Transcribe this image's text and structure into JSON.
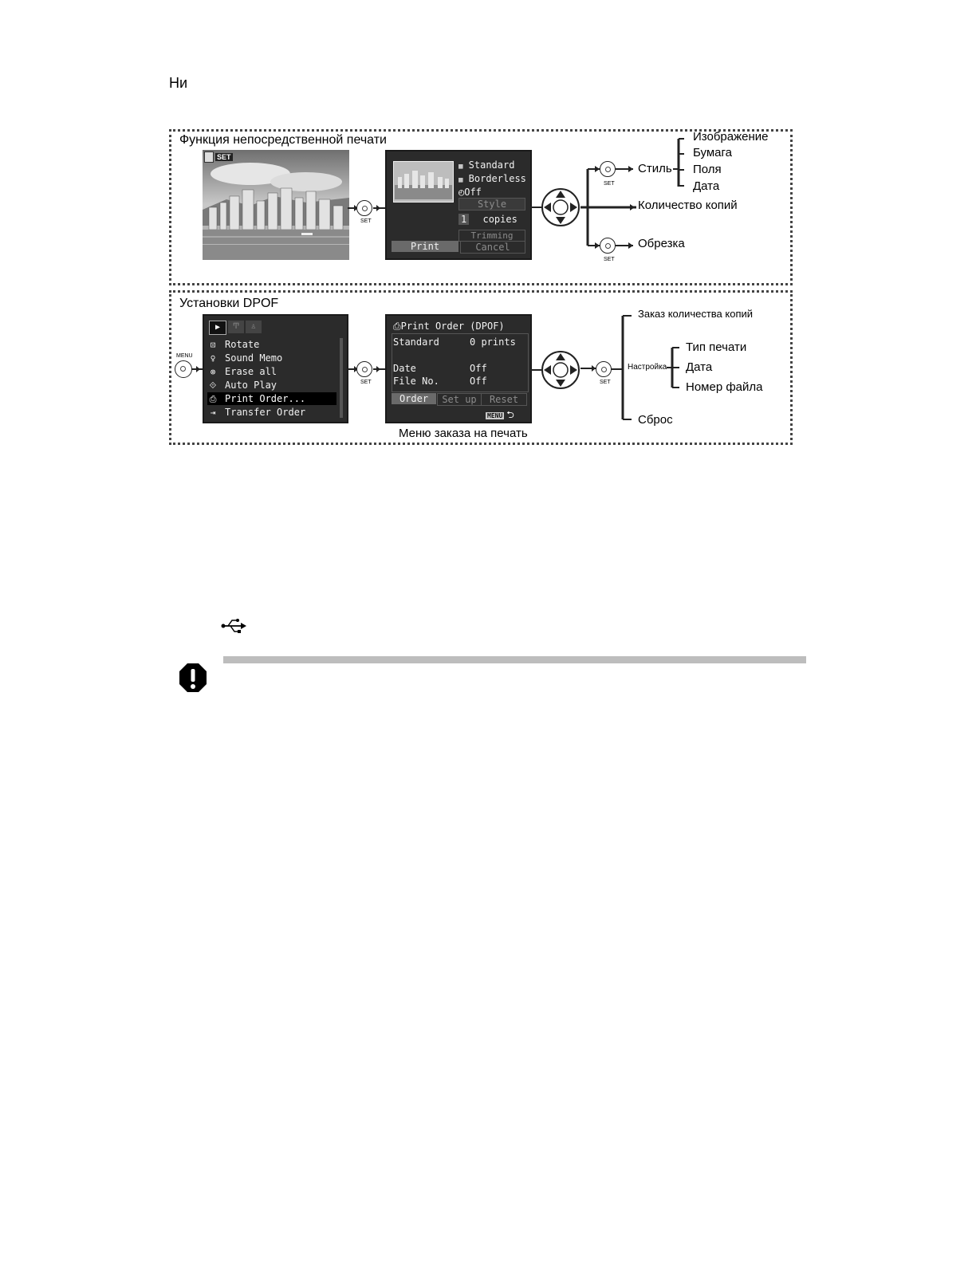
{
  "top_word": "Ни",
  "direct_print": {
    "title": "Функция непосредственной печати",
    "set_badge": "SET",
    "set_label": "SET",
    "screen": {
      "options": [
        "Standard",
        "Borderless",
        "Off"
      ],
      "style_label": "Style",
      "copies_value": "1",
      "copies_label": "copies",
      "trimming_label": "Trimming",
      "print_button": "Print",
      "cancel_button": "Cancel"
    },
    "branches": {
      "style": "Стиль",
      "copies": "Количество копий",
      "trim": "Обрезка",
      "style_items": [
        "Изображение",
        "Бумага",
        "Поля",
        "Дата"
      ]
    }
  },
  "dpof": {
    "title": "Установки DPOF",
    "menu_label": "MENU",
    "set_label": "SET",
    "menu_items": [
      "Rotate",
      "Sound Memo",
      "Erase all",
      "Auto Play",
      "Print Order...",
      "Transfer Order"
    ],
    "order_screen": {
      "title": "Print Order (DPOF)",
      "rows": [
        {
          "label": "Standard",
          "value": "0 prints"
        },
        {
          "label": "Date",
          "value": "Off"
        },
        {
          "label": "File No.",
          "value": "Off"
        }
      ],
      "tabs": [
        "Order",
        "Set up",
        "Reset"
      ],
      "menu_badge": "MENU"
    },
    "caption": "Меню заказа на печать",
    "branches": {
      "order_copies": "Заказ количества копий",
      "setup": "Настройка",
      "setup_items": [
        "Тип печати",
        "Дата",
        "Номер файла"
      ],
      "reset": "Сброс"
    }
  }
}
